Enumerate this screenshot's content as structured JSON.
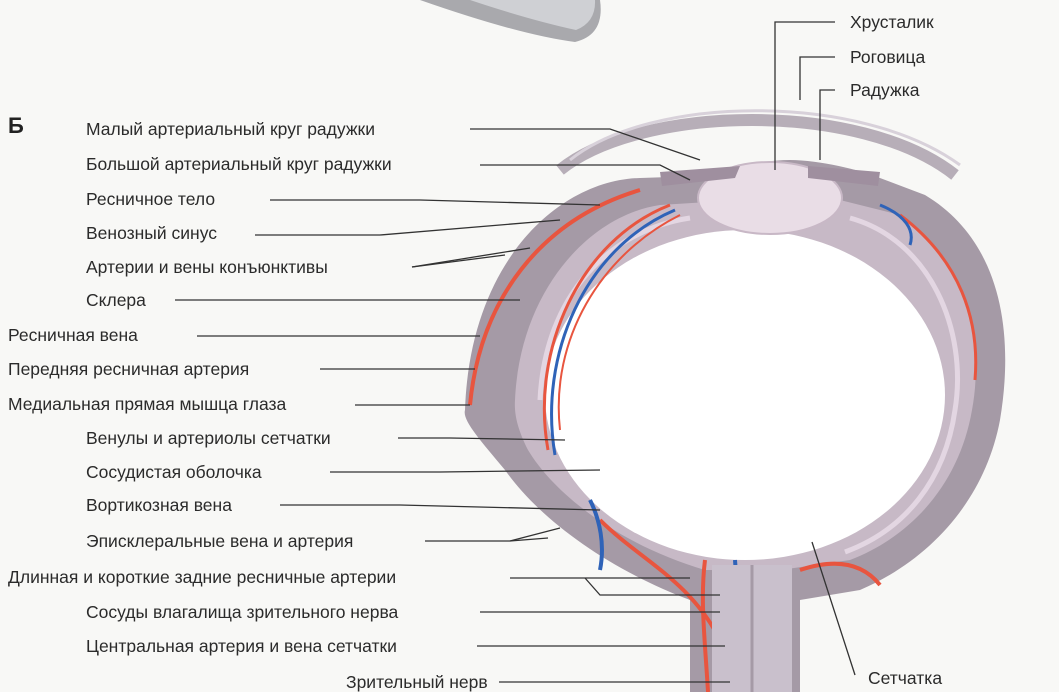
{
  "panel_label": "Б",
  "labels_right_top": [
    "Хрусталик",
    "Роговица",
    "Радужка"
  ],
  "labels_left": [
    "Малый артериальный круг радужки",
    "Большой артериальный круг радужки",
    "Ресничное тело",
    "Венозный синус",
    "Артерии и вены конъюнктивы",
    "Склера",
    "Ресничная вена",
    "Передняя ресничная артерия",
    "Медиальная прямая мышца глаза",
    "Венулы и артериолы сетчатки",
    "Сосудистая оболочка",
    "Вортикозная вена",
    "Эписклеральные вена и артерия",
    "Длинная и короткие задние ресничные артерии",
    "Сосуды влагалища зрительного нерва",
    "Центральная артерия и вена сетчатки",
    "Зрительный нерв"
  ],
  "label_bottom_right": "Сетчатка",
  "colors": {
    "sclera": "#a59aa6",
    "sclera_light": "#c9c0cc",
    "artery": "#e8553f",
    "vein": "#2f63b8",
    "lens": "#e9dde6",
    "leader": "#333333"
  }
}
